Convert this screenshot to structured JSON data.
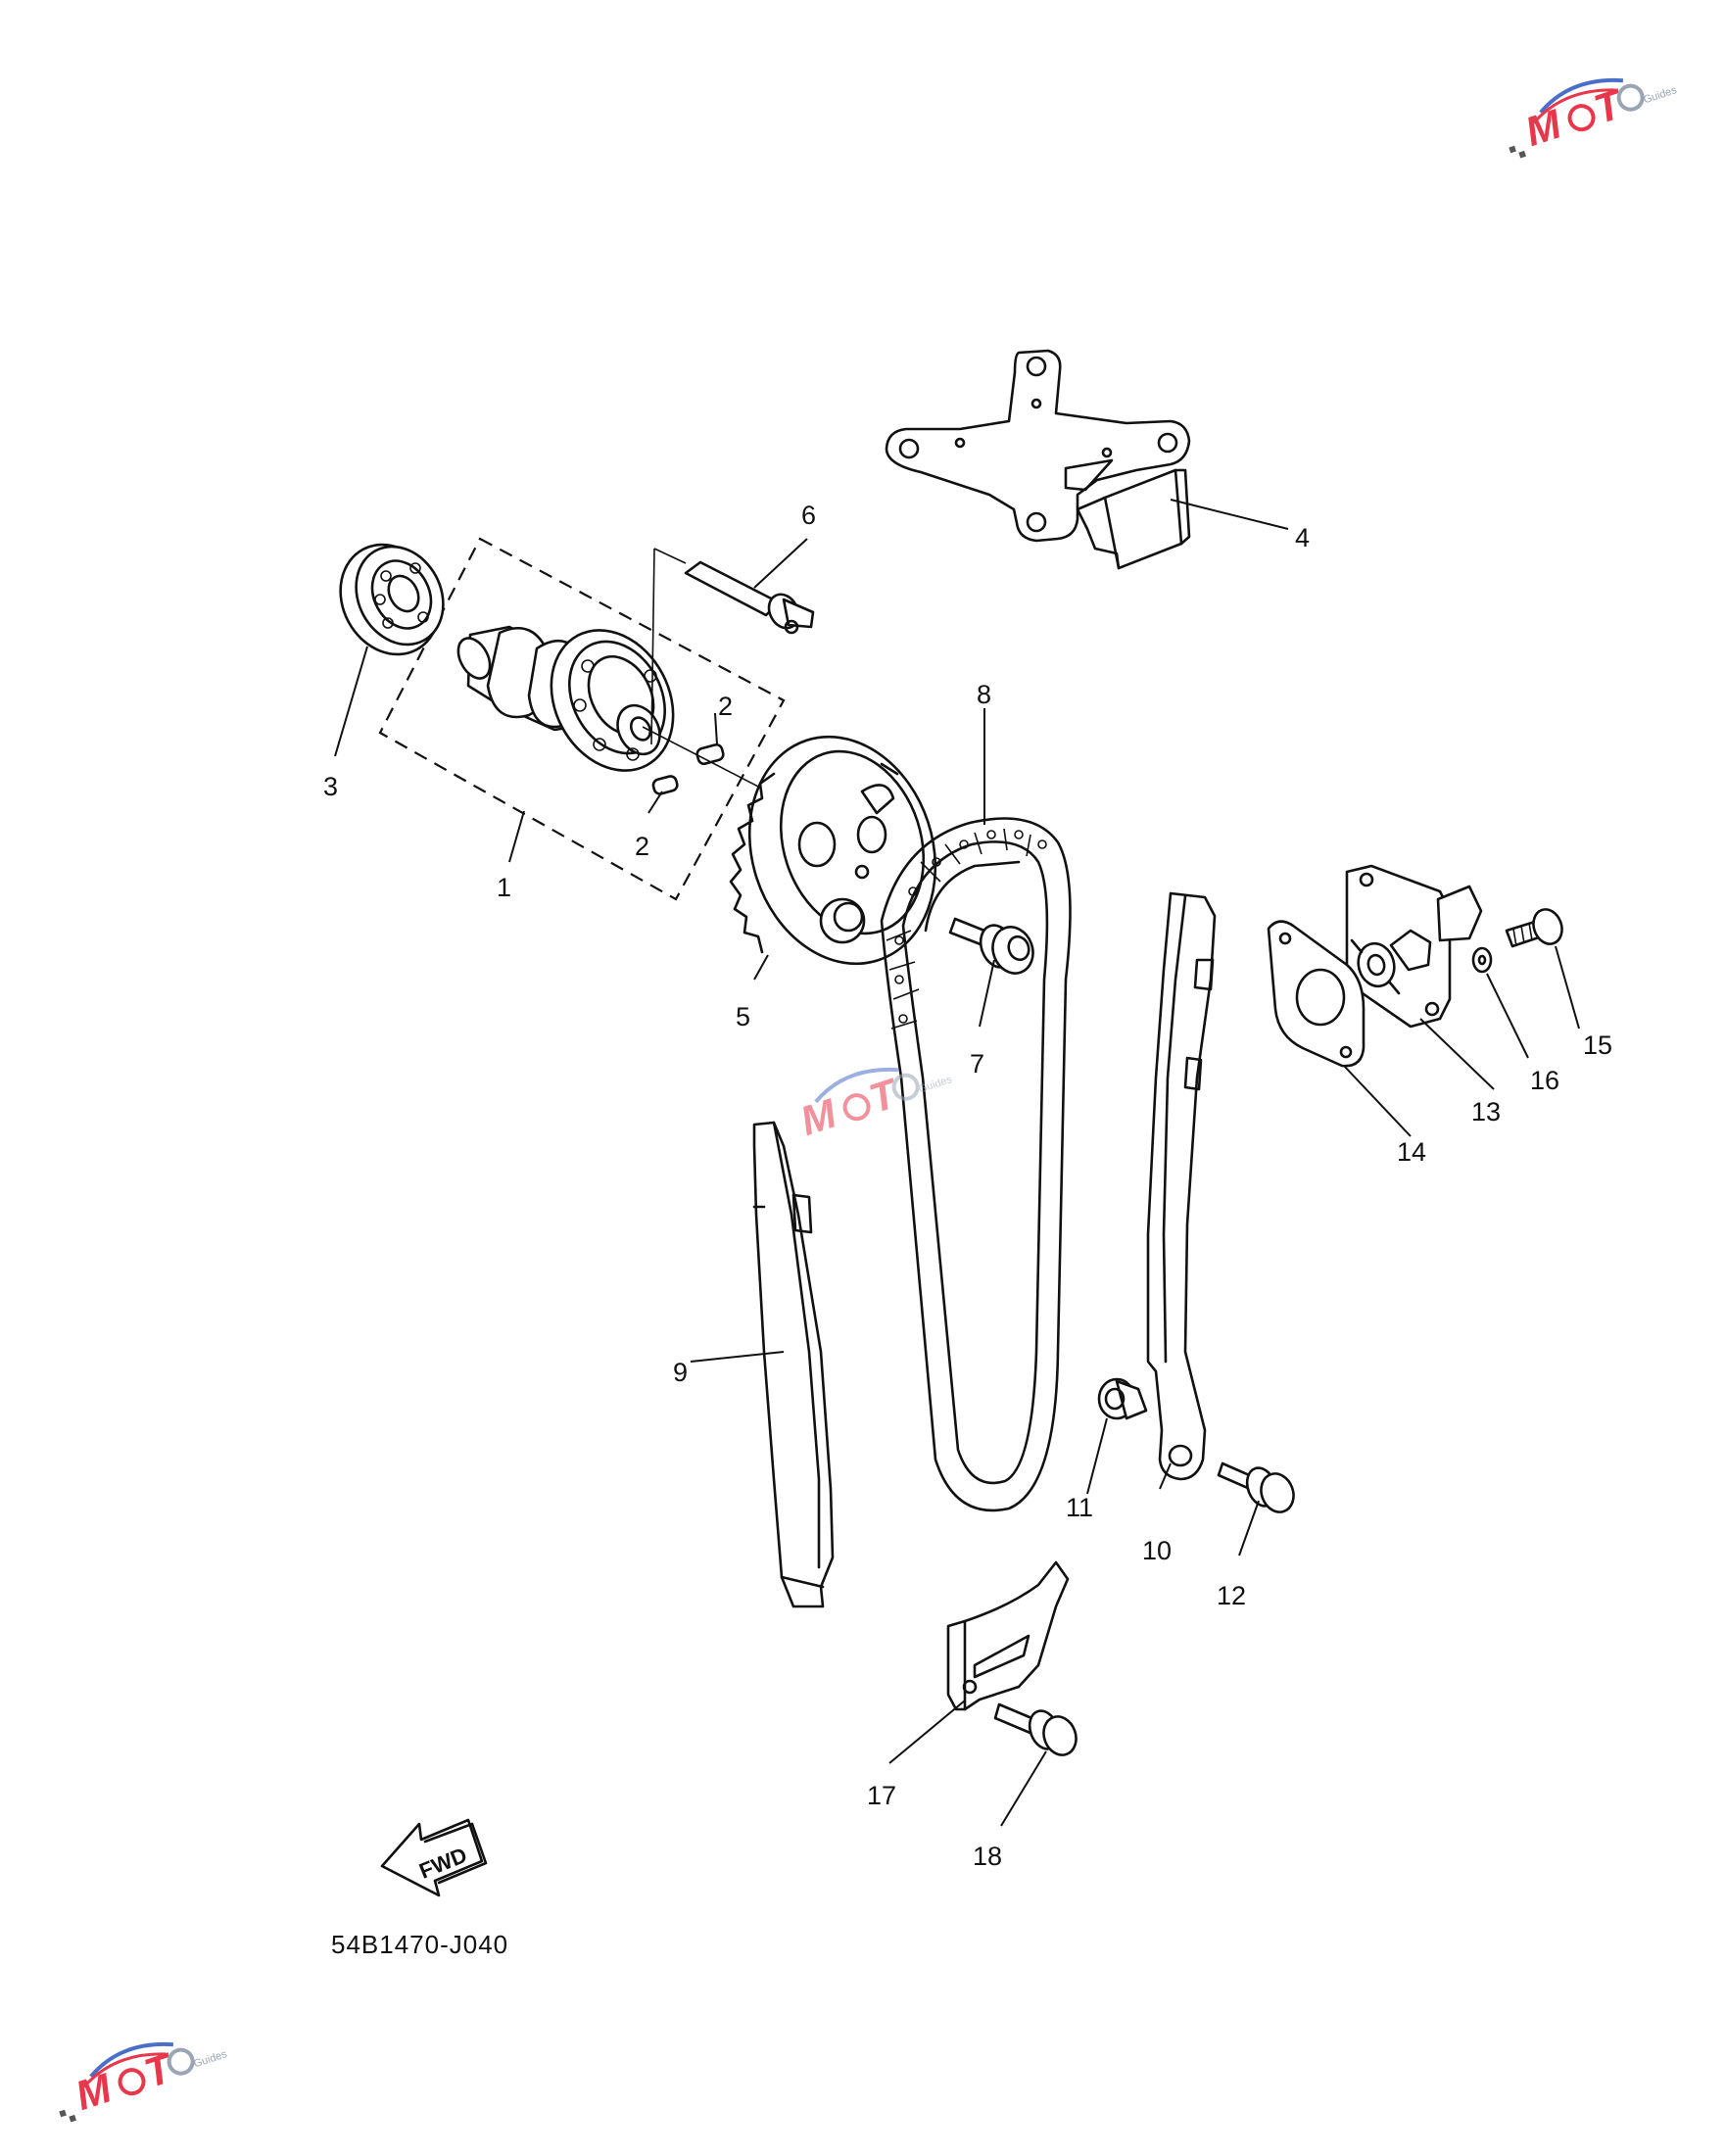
{
  "diagram": {
    "callouts": [
      "1",
      "2",
      "2",
      "3",
      "4",
      "5",
      "6",
      "7",
      "8",
      "9",
      "10",
      "11",
      "12",
      "13",
      "14",
      "15",
      "16",
      "17",
      "18"
    ],
    "fwd_label": "FWD",
    "diagram_code": "54B1470-J040"
  },
  "watermark": {
    "brand": "MOTO",
    "sub": "Guides",
    "colors": {
      "red": "#e8364a",
      "blue": "#4a6fc9",
      "gray": "#9aa4b4"
    }
  },
  "colors": {
    "line": "#111111",
    "background": "#ffffff"
  }
}
